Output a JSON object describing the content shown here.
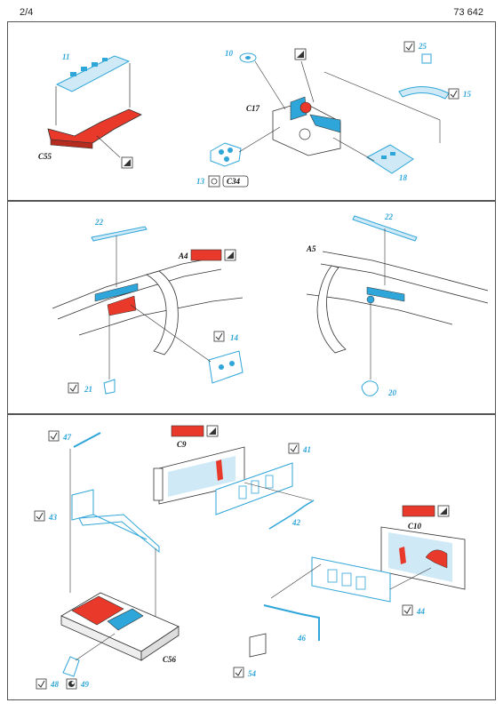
{
  "header": {
    "page_number": "2/4",
    "kit_code": "73 642"
  },
  "colors": {
    "etch_blue": "#2fa6d9",
    "plastic_red": "#e8392a",
    "outline": "#333333"
  },
  "icons": [
    "fold-check-icon",
    "paint-flag-icon",
    "glue-icon",
    "spiral-icon"
  ],
  "panel1": {
    "p11": "11",
    "c55": "C55",
    "p10": "10",
    "c17": "C17",
    "p25": "25",
    "p15": "15",
    "p13": "13",
    "c34": "C34",
    "p18": "18"
  },
  "panel2": {
    "p22a": "22",
    "a4": "A4",
    "p14": "14",
    "p21": "21",
    "p22b": "22",
    "a5": "A5",
    "p20": "20"
  },
  "panel3": {
    "p47": "47",
    "p43": "43",
    "c9": "C9",
    "p41": "41",
    "p42": "42",
    "c10": "C10",
    "p44": "44",
    "p46": "46",
    "c56": "C56",
    "p54": "54",
    "p48": "48",
    "p49": "49"
  }
}
